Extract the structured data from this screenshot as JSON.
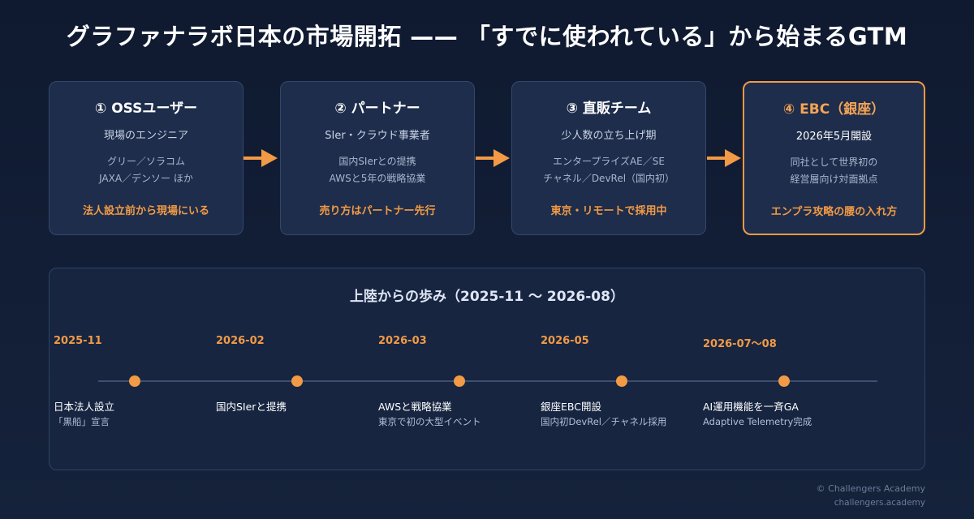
{
  "page": {
    "title": "グラファナラボ日本の市場開拓 —— 「すでに使われている」から始まるGTM"
  },
  "colors": {
    "accent": "#f29a45",
    "card_bg": "#1e2d4b",
    "background": "#0f1a30"
  },
  "steps": [
    {
      "title": "① OSSユーザー",
      "subtitle": "現場のエンジニア",
      "lines": [
        "グリー／ソラコム",
        "JAXA／デンソー ほか"
      ],
      "note": "法人設立前から現場にいる"
    },
    {
      "title": "② パートナー",
      "subtitle": "SIer・クラウド事業者",
      "lines": [
        "国内SIerとの提携",
        "AWSと5年の戦略協業"
      ],
      "note": "売り方はパートナー先行"
    },
    {
      "title": "③ 直販チーム",
      "subtitle": "少人数の立ち上げ期",
      "lines": [
        "エンタープライズAE／SE",
        "チャネル／DevRel（国内初）"
      ],
      "note": "東京・リモートで採用中"
    },
    {
      "title": "④ EBC（銀座）",
      "subtitle": "2026年5月開設",
      "lines": [
        "同社として世界初の",
        "経営層向け対面拠点"
      ],
      "note": "エンプラ攻略の腰の入れ方"
    }
  ],
  "timeline": {
    "title": "上陸からの歩み（2025-11 〜 2026-08）",
    "events": [
      {
        "date": "2025-11",
        "event": "日本法人設立",
        "detail": "「黒船」宣言"
      },
      {
        "date": "2026-02",
        "event": "国内SIerと提携",
        "detail": ""
      },
      {
        "date": "2026-03",
        "event": "AWSと戦略協業",
        "detail": "東京で初の大型イベント"
      },
      {
        "date": "2026-05",
        "event": "銀座EBC開設",
        "detail": "国内初DevRel／チャネル採用"
      },
      {
        "date": "2026-07〜08",
        "event": "AI運用機能を一斉GA",
        "detail": "Adaptive Telemetry完成"
      }
    ]
  },
  "footer": {
    "copyright": "© Challengers Academy",
    "site": "challengers.academy"
  }
}
